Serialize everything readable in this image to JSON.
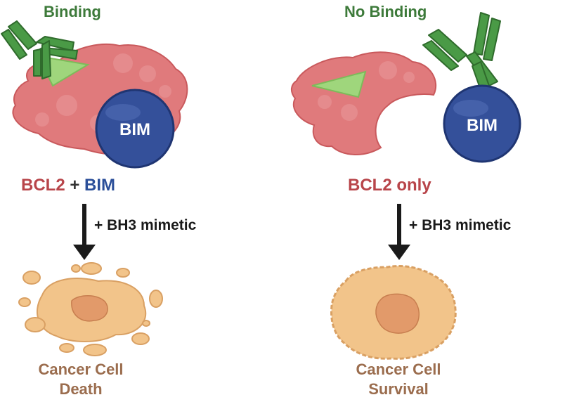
{
  "panels": [
    {
      "heading": "Binding",
      "bim_label": "BIM",
      "status": {
        "part1": "BCL2",
        "plus": " + ",
        "part2": "BIM"
      },
      "treatment": "+ BH3 mimetic",
      "outcome": {
        "line1": "Cancer Cell",
        "line2": "Death"
      }
    },
    {
      "heading": "No Binding",
      "bim_label": "BIM",
      "status": {
        "part1": "BCL2 only"
      },
      "treatment": "+ BH3 mimetic",
      "outcome": {
        "line1": "Cancer Cell",
        "line2": "Survival"
      }
    }
  ],
  "colors": {
    "bcl2_protein": "#e07a7c",
    "bim_ball": "#34509a",
    "antibody": "#4a9a46",
    "binding_site": "#9fd67c",
    "cell_fill": "#f2c48a",
    "nucleus_fill": "#e29a6a",
    "heading_green": "#3d7a3a",
    "status_red": "#b8454a",
    "status_blue": "#2b4f99",
    "outcome_brown": "#9b6d4e"
  }
}
